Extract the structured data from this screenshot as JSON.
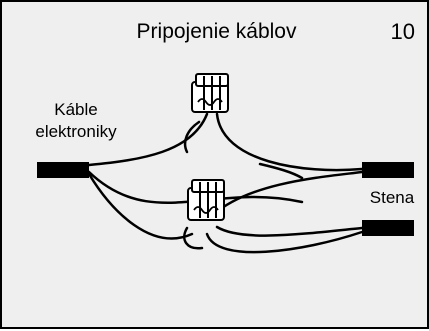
{
  "diagram": {
    "title": "Pripojenie káblov",
    "page_number": "10",
    "left_label_line1": "Káble",
    "left_label_line2": "elektroniky",
    "right_label": "Stena"
  },
  "colors": {
    "background": "#efefef",
    "ink": "#000000",
    "connector_fill": "#ffffff"
  }
}
